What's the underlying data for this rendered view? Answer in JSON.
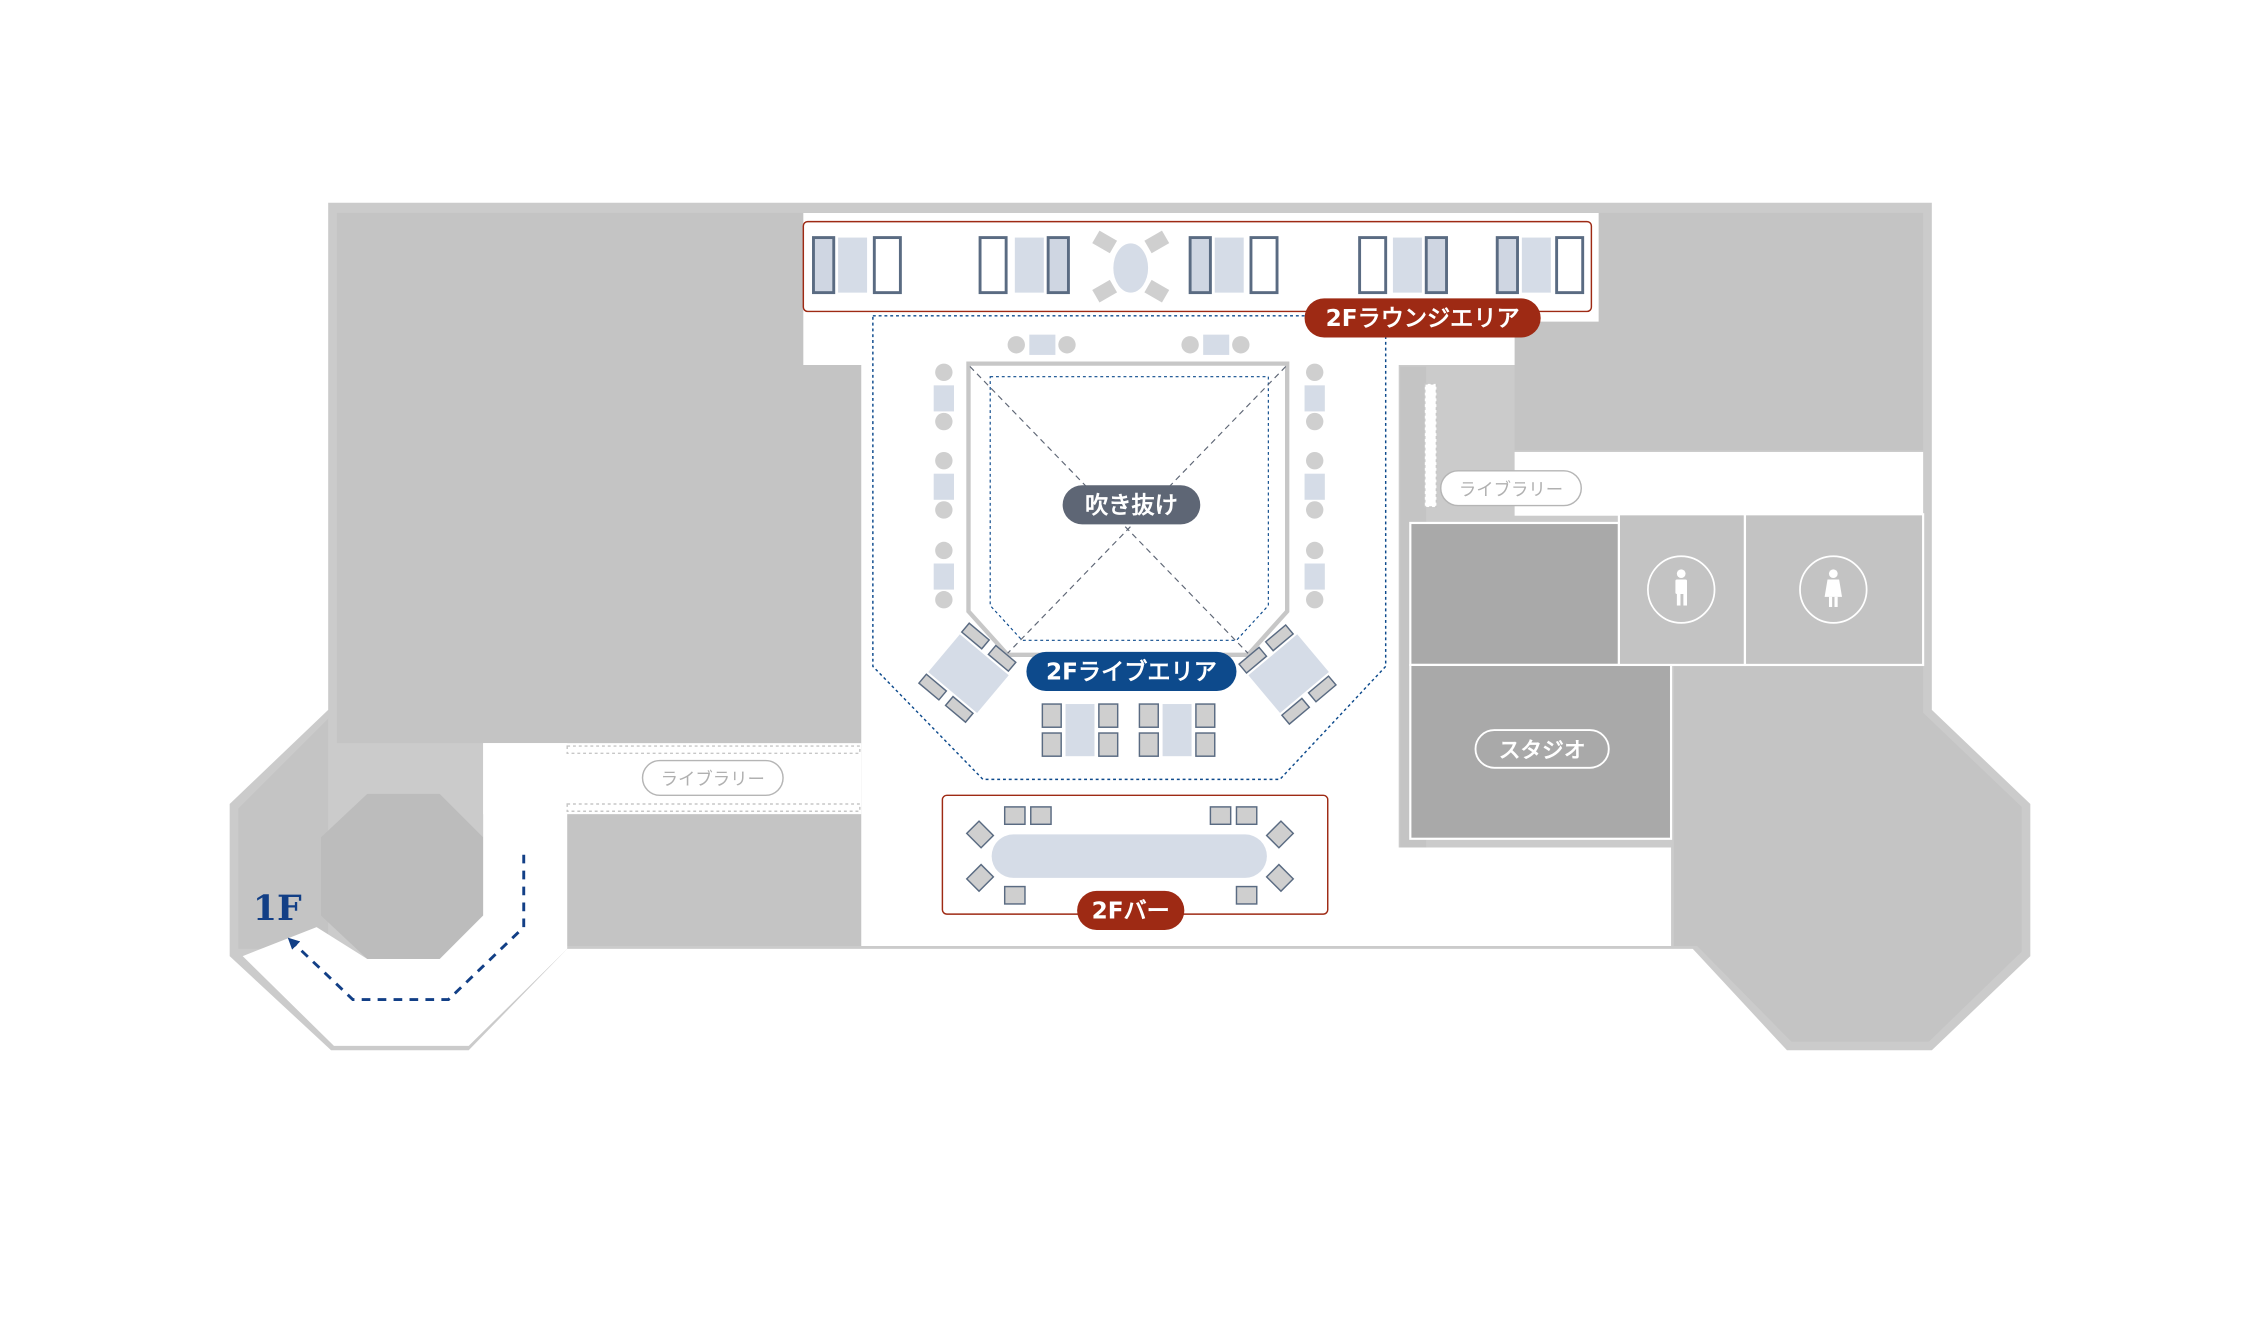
{
  "map": {
    "labels": {
      "lounge": "2Fラウンジエリア",
      "live": "2Fライブエリア",
      "bar": "2Fバー",
      "atrium": "吹き抜け",
      "studio": "スタジオ",
      "library_left": "ライブラリー",
      "library_right": "ライブラリー",
      "floor_exit": "1F"
    },
    "icons": {
      "restroom_male": "male-restroom-icon",
      "restroom_female": "female-restroom-icon",
      "stairs_arrow": "arrow-icon"
    },
    "colors": {
      "background": "#ffffff",
      "wall": "#c4c4c4",
      "wall_dark": "#a8a8a8",
      "studio": "#a9a9a9",
      "restroom": "#c3c3c3",
      "furniture_table": "#d5dce7",
      "furniture_chair": "#cfcfcf",
      "furniture_frame": "#5a6b82",
      "lounge_accent": "#9e2a14",
      "live_accent": "#0d4a8c",
      "atrium_pill": "#5e6675",
      "library_outline": "#b5b5b5",
      "floor_label": "#123f86"
    }
  }
}
